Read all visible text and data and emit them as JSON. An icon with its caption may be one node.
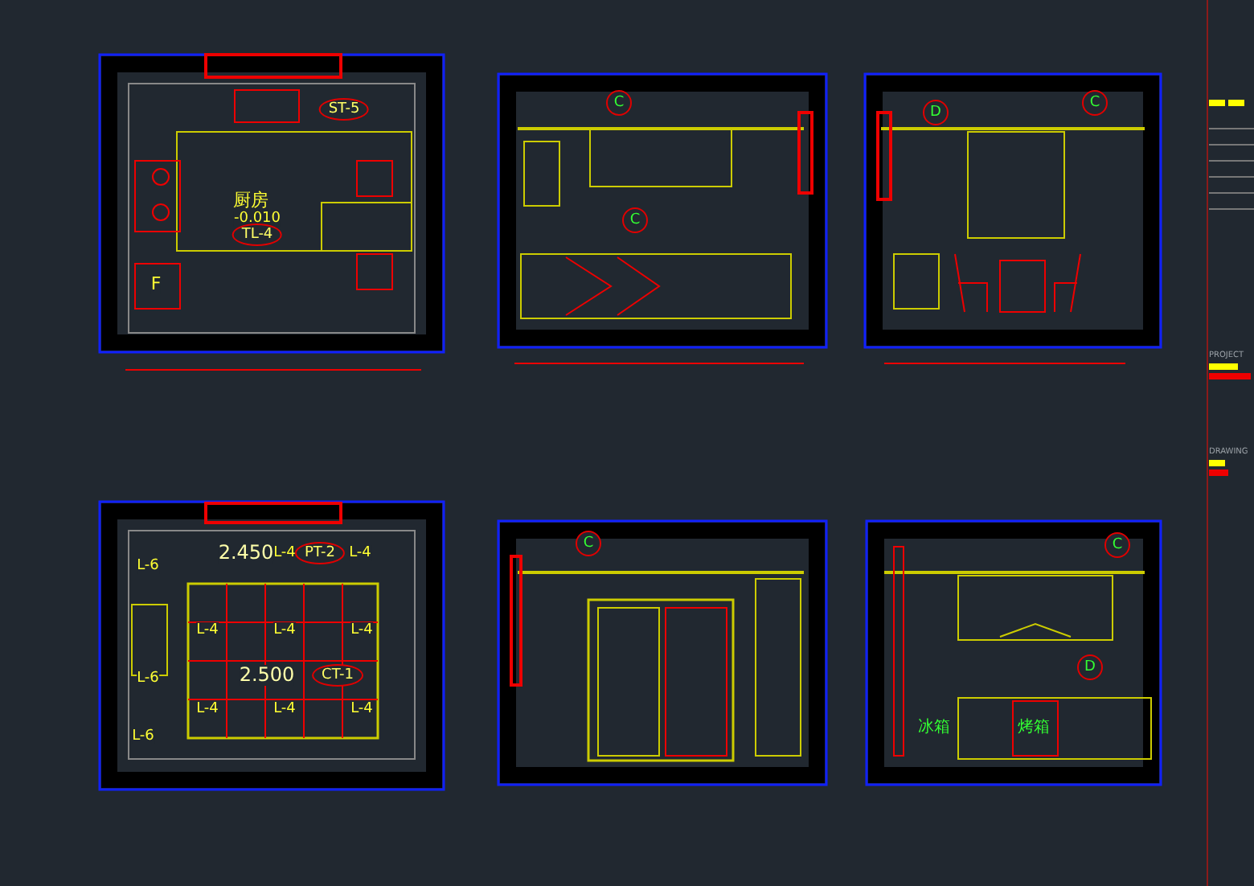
{
  "diagram": {
    "labels": [
      "ST-5",
      "厨房",
      "-0.010",
      "TL-4",
      "F",
      "C",
      "C",
      "D",
      "C",
      "L-6",
      "2.450",
      "L-4",
      "PT-2",
      "L-4",
      "L-6",
      "L-4",
      "L-4",
      "L-4",
      "2.500",
      "CT-1",
      "L-6",
      "L-4",
      "L-4",
      "L-4",
      "C",
      "C",
      "D",
      "冰箱",
      "烤箱",
      "PROJECT",
      "DRAWING"
    ]
  }
}
